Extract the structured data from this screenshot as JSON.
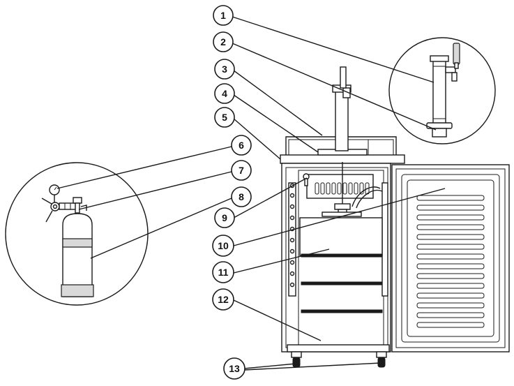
{
  "callouts": [
    {
      "n": "1"
    },
    {
      "n": "2"
    },
    {
      "n": "3"
    },
    {
      "n": "4"
    },
    {
      "n": "5"
    },
    {
      "n": "6"
    },
    {
      "n": "7"
    },
    {
      "n": "8"
    },
    {
      "n": "9"
    },
    {
      "n": "10"
    },
    {
      "n": "11"
    },
    {
      "n": "12"
    },
    {
      "n": "13"
    }
  ],
  "colors": {
    "line": "#1a1a1a",
    "background": "#ffffff",
    "shade": "#d9d9d9"
  }
}
